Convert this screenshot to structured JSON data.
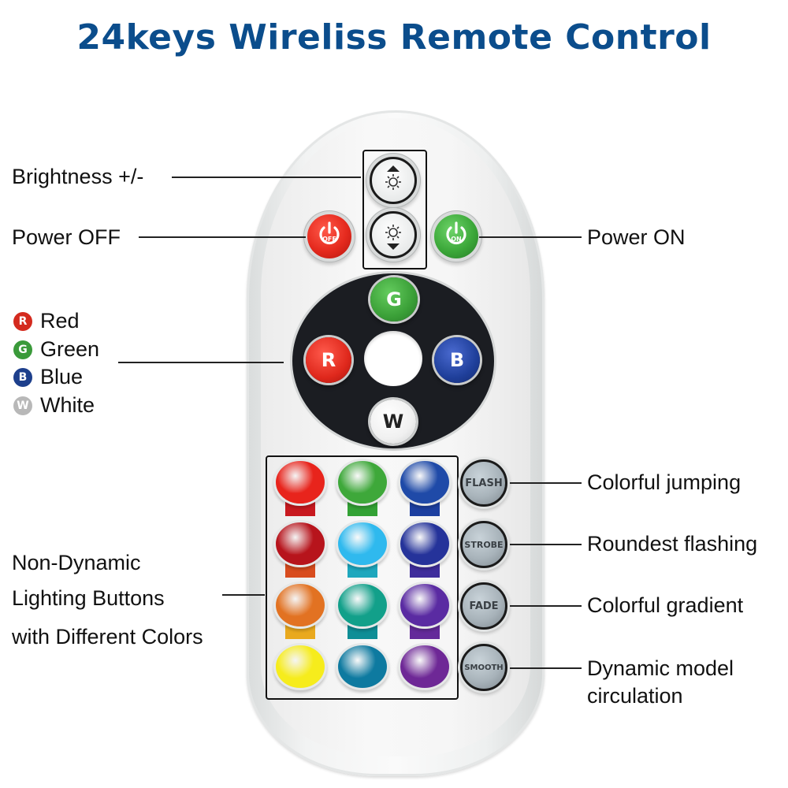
{
  "title": "24keys Wireliss Remote Control",
  "labels": {
    "brightness": "Brightness +/-",
    "power_off": "Power OFF",
    "power_on": "Power ON",
    "non_dynamic_1": "Non-Dynamic",
    "non_dynamic_2": "Lighting Buttons",
    "non_dynamic_3": "with Different Colors",
    "colorful_jumping": "Colorful jumping",
    "roundest_flashing": "Roundest flashing",
    "colorful_gradient": "Colorful gradient",
    "dynamic_1": "Dynamic model",
    "dynamic_2": "circulation"
  },
  "legend": [
    {
      "letter": "R",
      "name": "Red",
      "color": "#d42a1e"
    },
    {
      "letter": "G",
      "name": "Green",
      "color": "#3a9a3a"
    },
    {
      "letter": "B",
      "name": "Blue",
      "color": "#1d3f8c"
    },
    {
      "letter": "W",
      "name": "White",
      "color": "#b8b8b8"
    }
  ],
  "buttons": {
    "off": "OFF",
    "on": "ON",
    "g": "G",
    "r": "R",
    "b": "B",
    "w": "W",
    "flash": "FLASH",
    "strobe": "STROBE",
    "fade": "FADE",
    "smooth": "SMOOTH"
  },
  "color_grid": [
    [
      "#e8241c",
      "#3ea83a",
      "#1f4aa8"
    ],
    [
      "#b7141c",
      "#2fb9ee",
      "#25339a"
    ],
    [
      "#e27222",
      "#12a08a",
      "#5a2ba2"
    ],
    [
      "#f6ec1c",
      "#0e7aa0",
      "#6e2896"
    ]
  ],
  "strip_colors": [
    [
      "#c8191f",
      "#33a235",
      "#1c3fa0"
    ],
    [
      "#d84c1e",
      "#1ea7bd",
      "#3f2d9c"
    ],
    [
      "#e9a91e",
      "#0f8e96",
      "#642a9a"
    ]
  ]
}
